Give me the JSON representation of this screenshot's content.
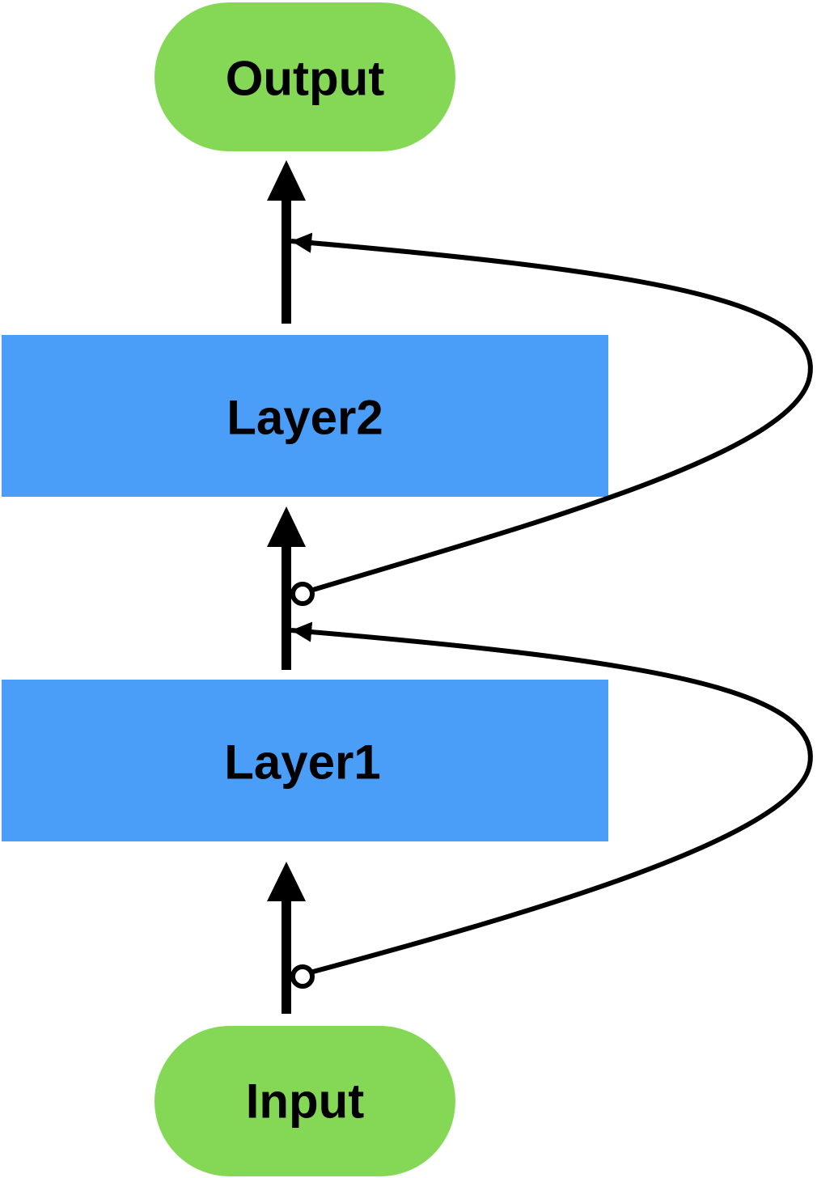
{
  "nodes": {
    "output": {
      "label": "Output"
    },
    "layer2": {
      "label": "Layer2"
    },
    "layer1": {
      "label": "Layer1"
    },
    "input": {
      "label": "Input"
    }
  },
  "colors": {
    "terminal_fill": "#85d855",
    "layer_fill": "#4a9ef8",
    "stroke": "#000000",
    "background": "#ffffff"
  }
}
